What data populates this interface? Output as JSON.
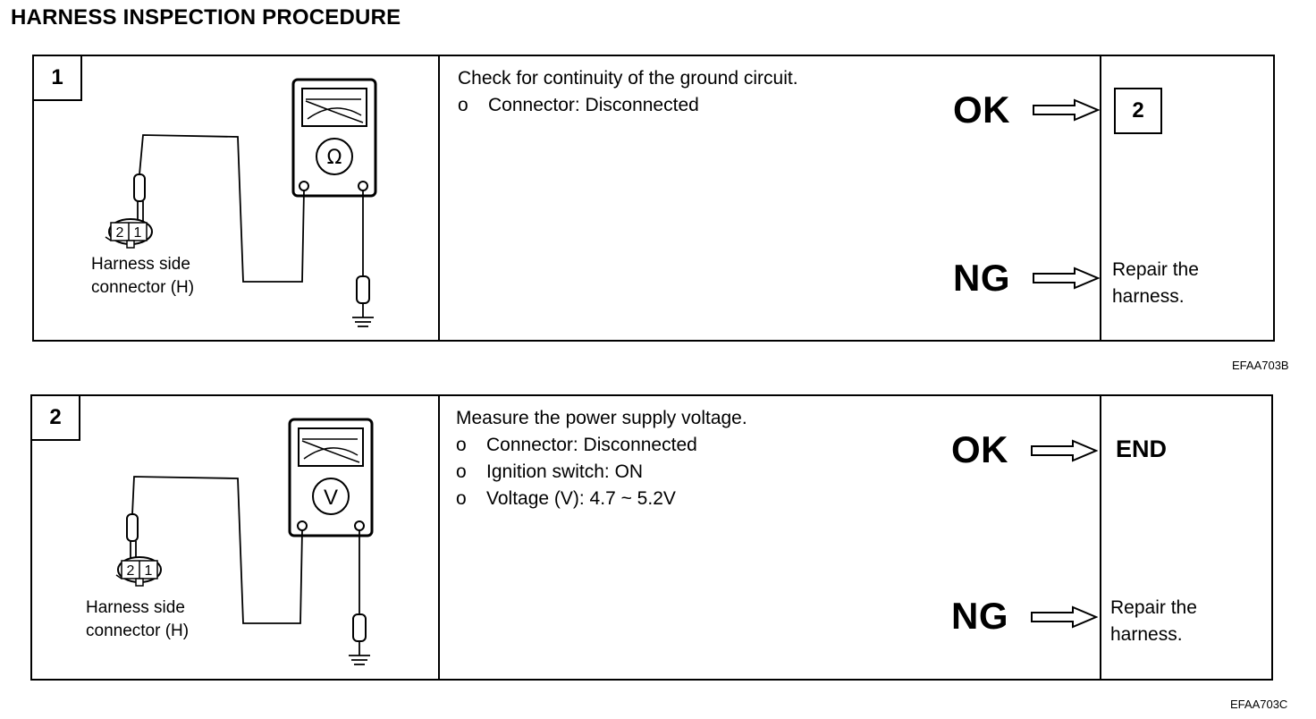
{
  "title": "HARNESS INSPECTION PROCEDURE",
  "steps": [
    {
      "number": "1",
      "meter_symbol": "Ω",
      "meter_icon": "ohmmeter-icon",
      "connector_pins": [
        "2",
        "1"
      ],
      "connector_label": [
        "Harness side",
        "connector (H)"
      ],
      "instruction": "Check for continuity of the ground circuit.",
      "bullets": [
        {
          "marker": "o",
          "text": "Connector: Disconnected"
        }
      ],
      "ok_label": "OK",
      "ok_result": "2",
      "ng_label": "NG",
      "ng_result": [
        "Repair the",
        "harness."
      ],
      "ref_code": "EFAA703B"
    },
    {
      "number": "2",
      "meter_symbol": "V",
      "meter_icon": "voltmeter-icon",
      "connector_pins": [
        "2",
        "1"
      ],
      "connector_label": [
        "Harness side",
        "connector (H)"
      ],
      "instruction": "Measure the power supply voltage.",
      "bullets": [
        {
          "marker": "o",
          "text": "Connector: Disconnected"
        },
        {
          "marker": "o",
          "text": "Ignition switch: ON"
        },
        {
          "marker": "o",
          "text": "Voltage (V): 4.7 ~ 5.2V"
        }
      ],
      "ok_label": "OK",
      "ok_result": "END",
      "ng_label": "NG",
      "ng_result": [
        "Repair the",
        "harness."
      ],
      "ref_code": "EFAA703C"
    }
  ]
}
